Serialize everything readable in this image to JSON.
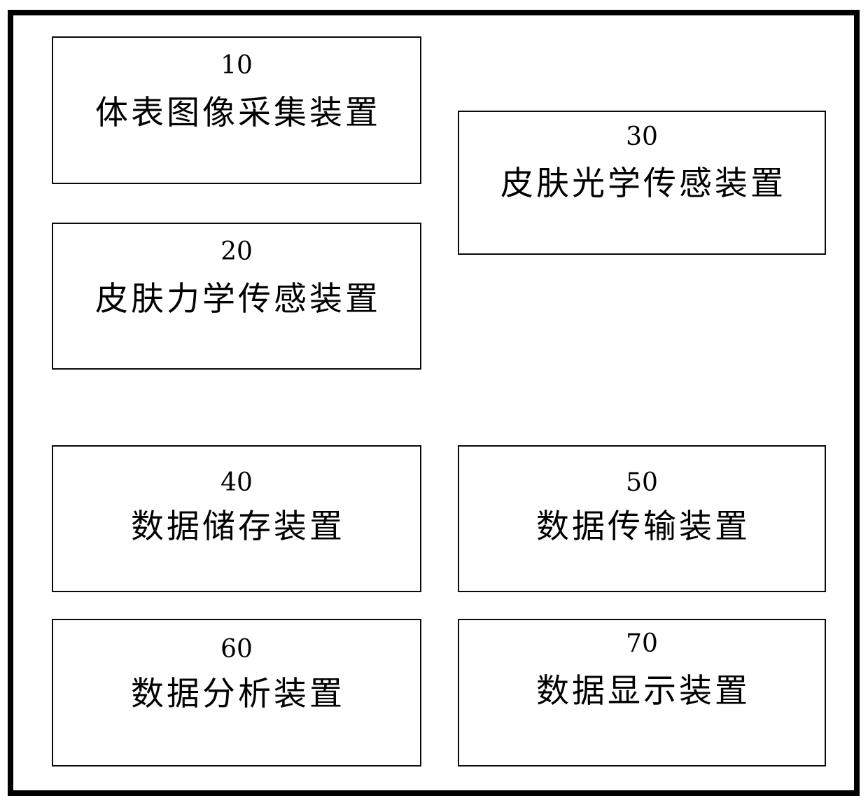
{
  "figure": {
    "type": "patent-block-diagram",
    "border_color": "#000000",
    "box_border_color": "#0b0b0b",
    "background_color": "#ffffff",
    "blocks": [
      {
        "id": "10",
        "number": "10",
        "label": "体表图像采集装置"
      },
      {
        "id": "30",
        "number": "30",
        "label": "皮肤光学传感装置"
      },
      {
        "id": "20",
        "number": "20",
        "label": "皮肤力学传感装置"
      },
      {
        "id": "40",
        "number": "40",
        "label": "数据储存装置"
      },
      {
        "id": "50",
        "number": "50",
        "label": "数据传输装置"
      },
      {
        "id": "60",
        "number": "60",
        "label": "数据分析装置"
      },
      {
        "id": "70",
        "number": "70",
        "label": "数据显示装置"
      }
    ]
  }
}
